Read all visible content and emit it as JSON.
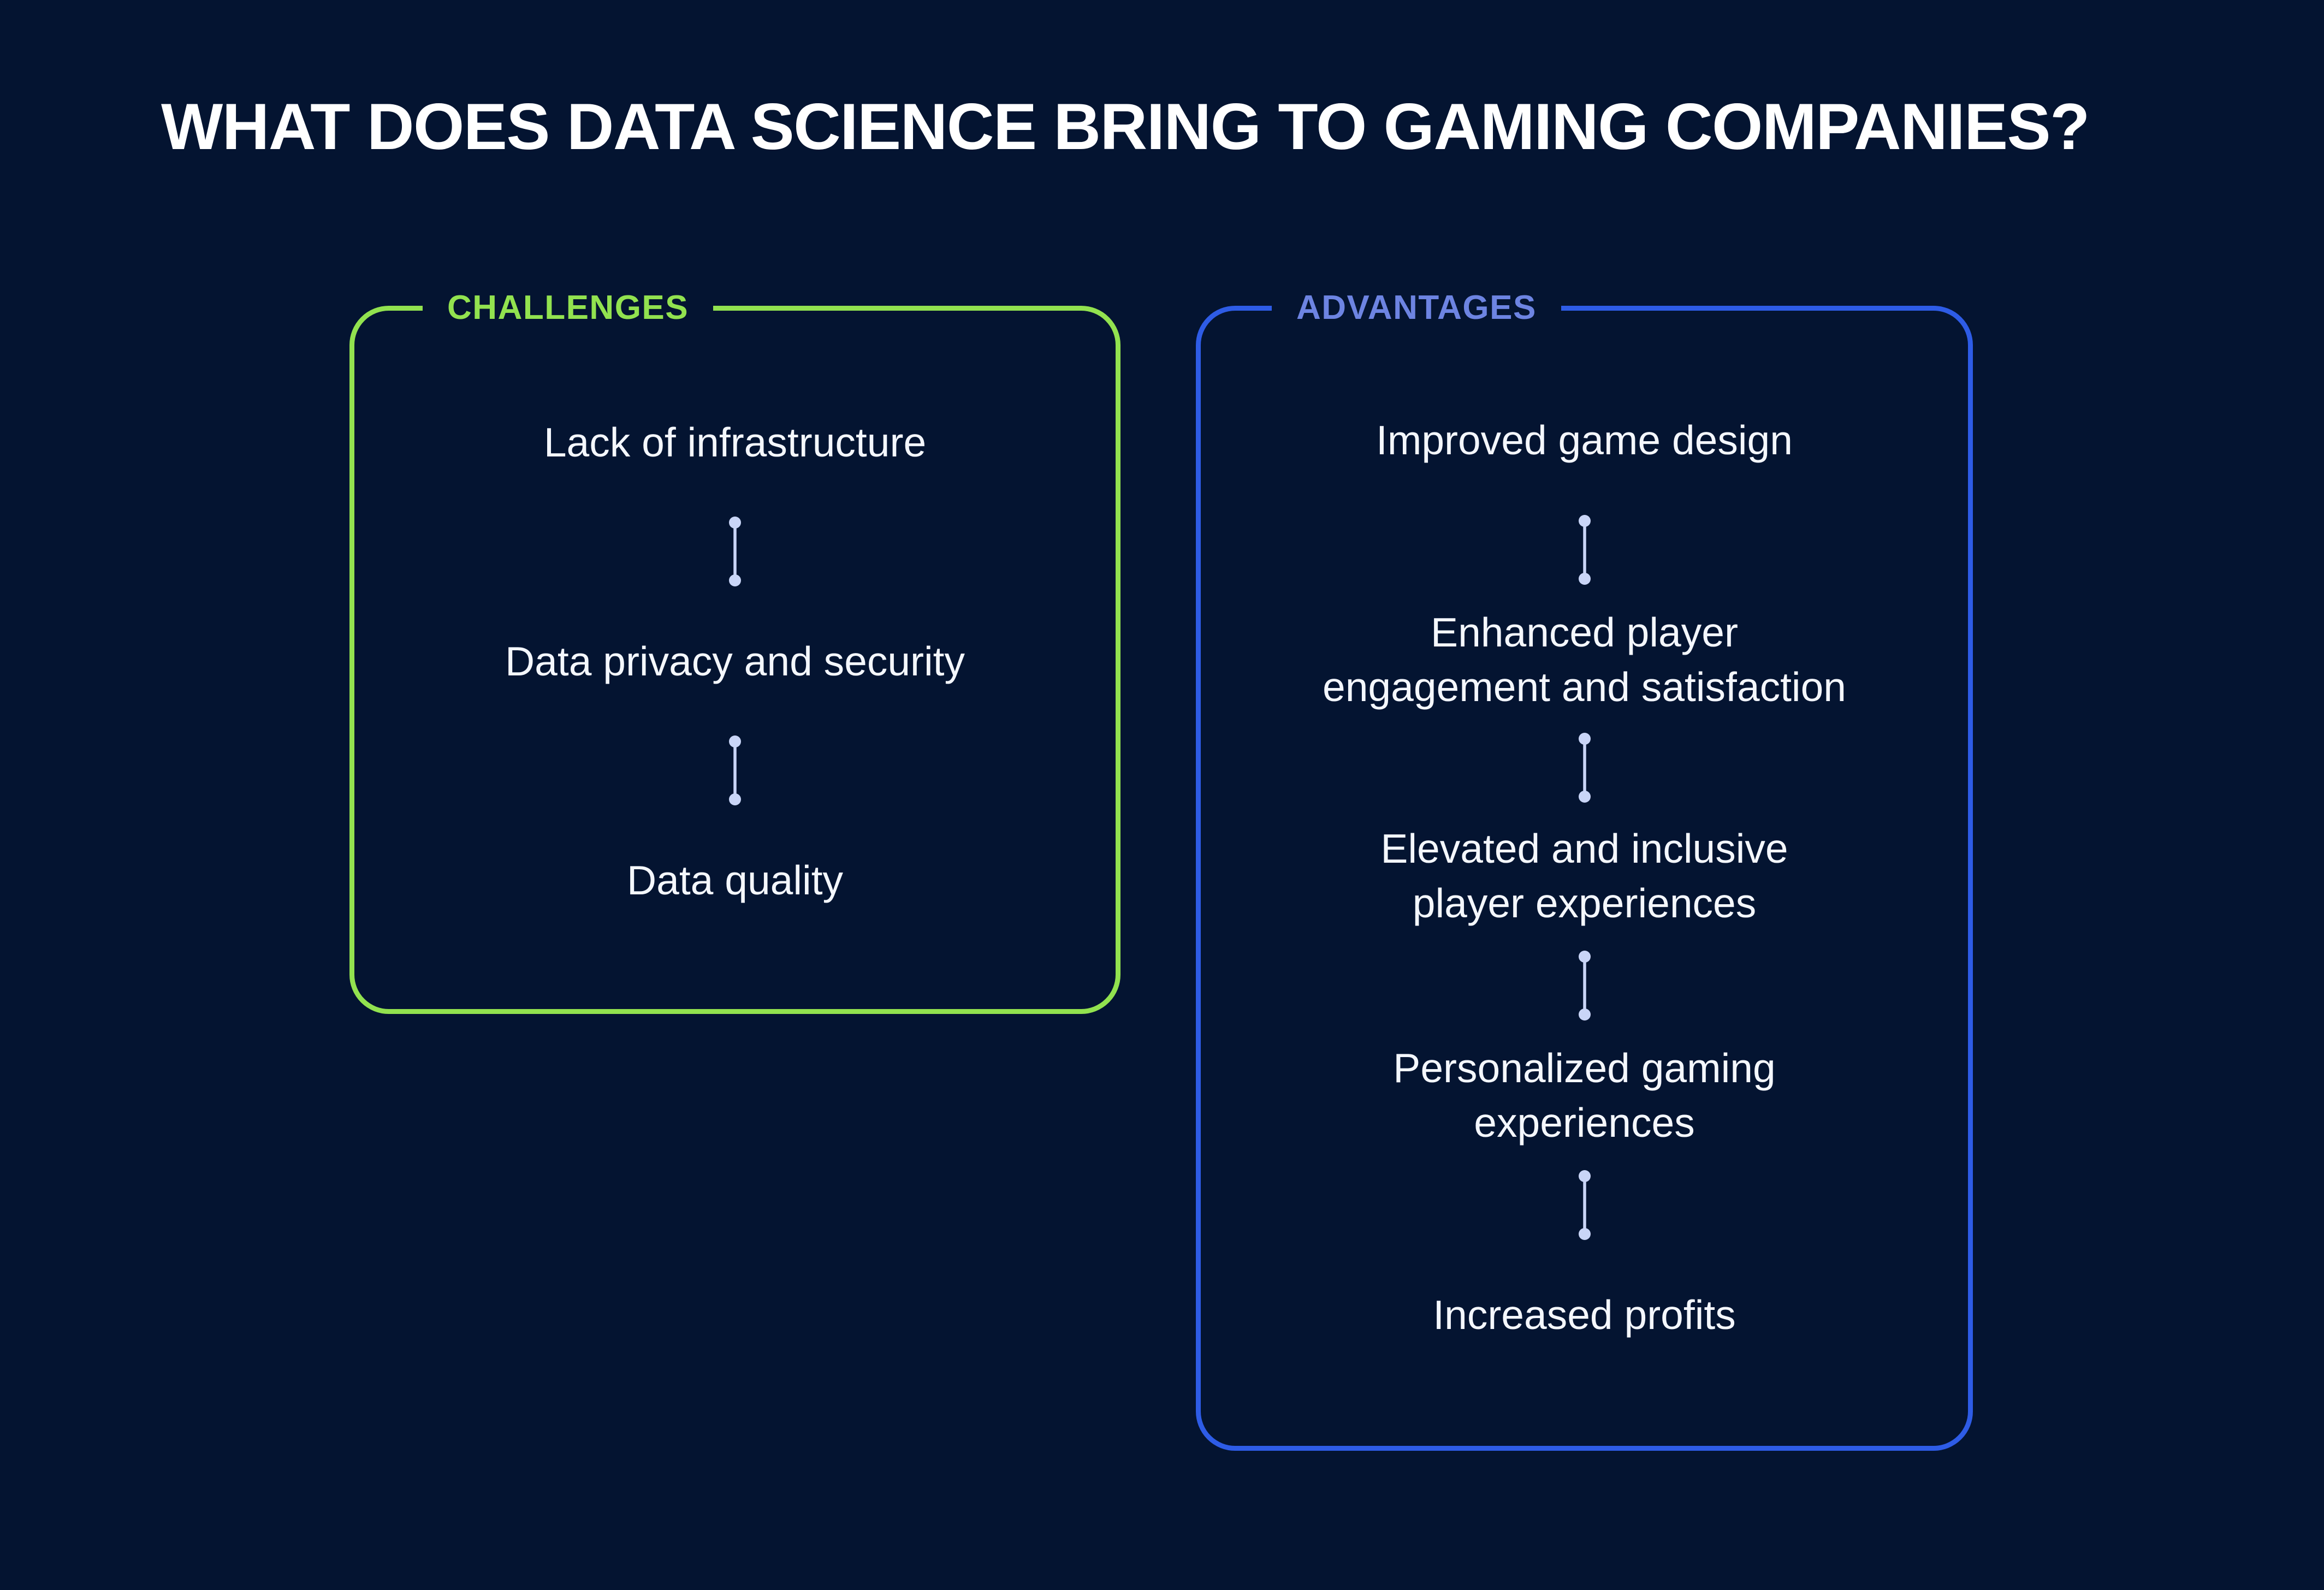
{
  "title": "WHAT DOES DATA SCIENCE BRING TO GAMING COMPANIES?",
  "challenges": {
    "label": "CHALLENGES",
    "items": [
      "Lack of infrastructure",
      "Data privacy and security",
      "Data quality"
    ]
  },
  "advantages": {
    "label": "ADVANTAGES",
    "items": [
      "Improved game design",
      "Enhanced player\nengagement and satisfaction",
      "Elevated and inclusive\nplayer experiences",
      "Personalized gaming\nexperiences",
      "Increased profits"
    ]
  },
  "icons": {
    "connector": "vertical-link-with-end-dots"
  },
  "colors": {
    "bg": "#041431",
    "title": "#ffffff",
    "text": "#f4f7fd",
    "green": "#92e24f",
    "blue": "#2e5ce6",
    "blue_label": "#6d84e2",
    "connector": "#c9d5f7"
  }
}
